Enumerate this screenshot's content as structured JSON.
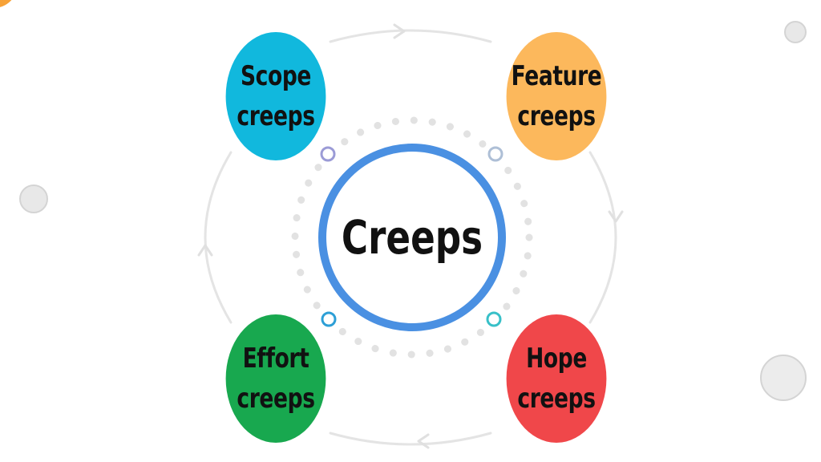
{
  "center": {
    "label": "Creeps"
  },
  "nodes": [
    {
      "line1": "Scope",
      "line2": "creeps"
    },
    {
      "line1": "Feature",
      "line2": "creeps"
    },
    {
      "line1": "Effort",
      "line2": "creeps"
    },
    {
      "line1": "Hope",
      "line2": "creeps"
    }
  ],
  "colors": {
    "scope": "#11b8dd",
    "feature": "#fcb85c",
    "effort": "#18a84f",
    "hope": "#f0474a",
    "center_ring": "#4a90e2",
    "orbit": "#e4e4e4",
    "deco": "#dcdcdc",
    "accent_orange": "#f7a237"
  }
}
